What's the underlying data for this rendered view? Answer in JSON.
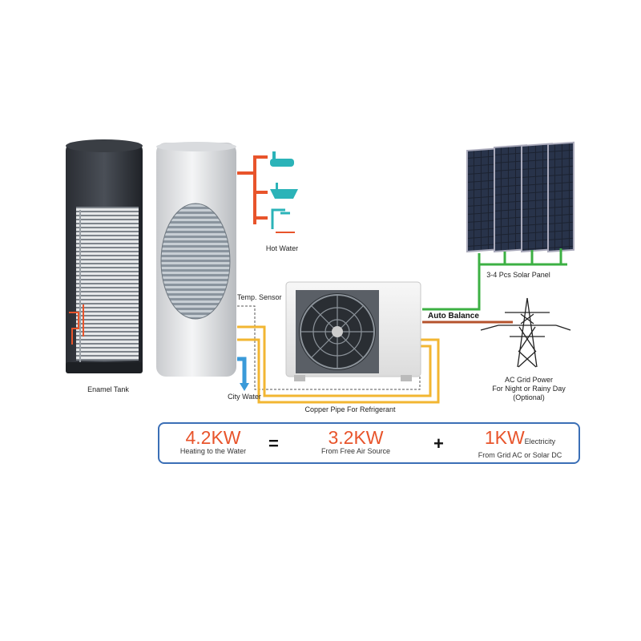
{
  "labels": {
    "enamel_tank": "Enamel Tank",
    "hot_water": "Hot Water",
    "temp_sensor": "Temp. Sensor",
    "city_water": "City Water",
    "copper_pipe": "Copper Pipe For Refrigerant",
    "solar_panel": "3-4 Pcs Solar Panel",
    "auto_balance": "Auto Balance",
    "grid_line1": "AC Grid Power",
    "grid_line2": "For Night or Rainy Day",
    "grid_line3": "(Optional)"
  },
  "summary": {
    "total_value": "4.2KW",
    "total_caption": "Heating to the Water",
    "equals": "=",
    "air_value": "3.2KW",
    "air_caption": "From Free Air Source",
    "plus": "+",
    "elec_value": "1KW",
    "elec_word": "Electricity",
    "elec_caption": "From Grid AC or Solar DC"
  },
  "colors": {
    "orange": "#e8542b",
    "green": "#3cb043",
    "yellow": "#f2b632",
    "blue": "#3a9ad9",
    "brown": "#b5532c",
    "box_border": "#3b6fb6"
  }
}
